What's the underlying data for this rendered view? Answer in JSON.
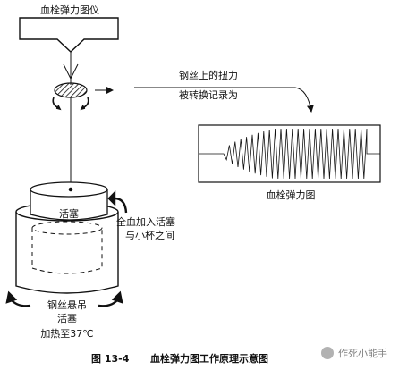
{
  "diagram": {
    "instrument_label": "血栓弹力图仪",
    "arrow_label_line1": "钢丝上的扭力",
    "arrow_label_line2": "被转换记录为",
    "trace_label": "血栓弹力图",
    "piston_label": "活塞",
    "blood_label_line1": "全血加入活塞",
    "blood_label_line2": "与小杯之间",
    "wire_label_line1": "钢丝悬吊",
    "wire_label_line2": "活塞",
    "heat_label": "加热至37℃"
  },
  "caption": {
    "figure_number": "图 13-4",
    "title": "血栓弹力图工作原理示意图"
  },
  "watermark": {
    "text": "作死小能手"
  }
}
